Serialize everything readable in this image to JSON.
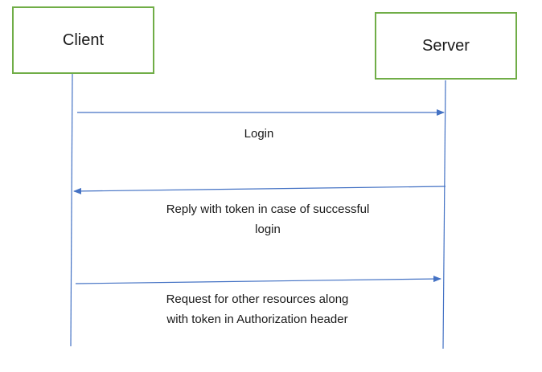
{
  "actors": {
    "client": "Client",
    "server": "Server"
  },
  "messages": [
    {
      "from": "Client",
      "to": "Server",
      "lines": [
        "Login"
      ]
    },
    {
      "from": "Server",
      "to": "Client",
      "lines": [
        "Reply with token in case of successful",
        "login"
      ]
    },
    {
      "from": "Client",
      "to": "Server",
      "lines": [
        "Request for other resources along",
        "with token in Authorization header"
      ]
    }
  ],
  "colors": {
    "actor_border": "#70ad47",
    "line": "#4472c4"
  }
}
